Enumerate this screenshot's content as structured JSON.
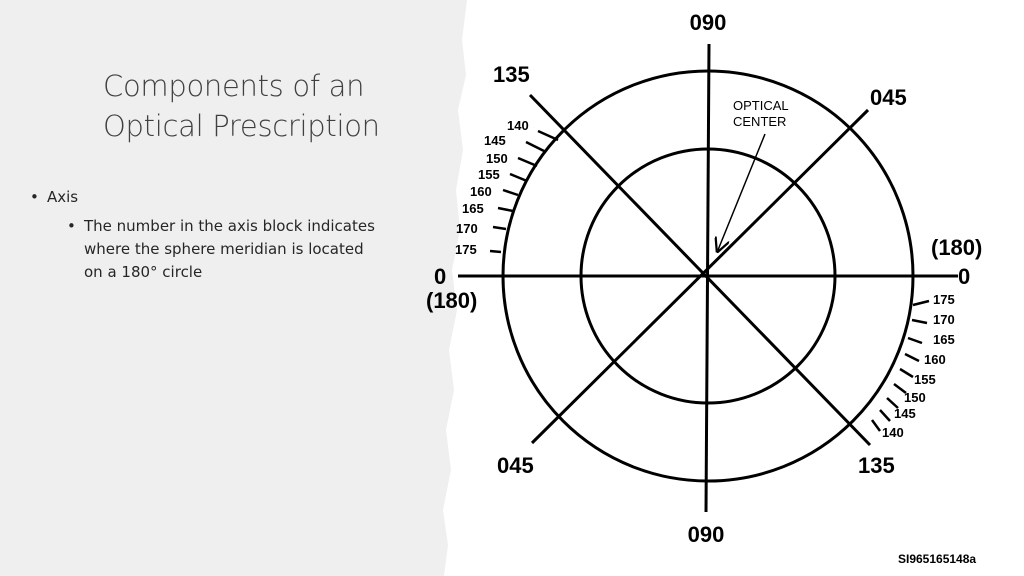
{
  "slide": {
    "title_line1": "Components of an",
    "title_line2": "Optical Prescription",
    "bullet": "Axis",
    "sub_bullet": "The number in the axis block indicates where the sphere meridian is located on a 180° circle"
  },
  "diagram": {
    "top": "090",
    "bottom": "090",
    "upper_left": "135",
    "upper_right": "045",
    "lower_left": "045",
    "lower_right": "135",
    "left_zero": "0",
    "left_paren": "(180)",
    "right_zero": "0",
    "right_paren": "(180)",
    "optical_center_line1": "OPTICAL",
    "optical_center_line2": "CENTER",
    "left_scale": [
      "140",
      "145",
      "150",
      "155",
      "160",
      "165",
      "170",
      "175"
    ],
    "right_scale": [
      "175",
      "170",
      "165",
      "160",
      "155",
      "150",
      "145",
      "140"
    ],
    "reference_code": "SI965165148a"
  }
}
